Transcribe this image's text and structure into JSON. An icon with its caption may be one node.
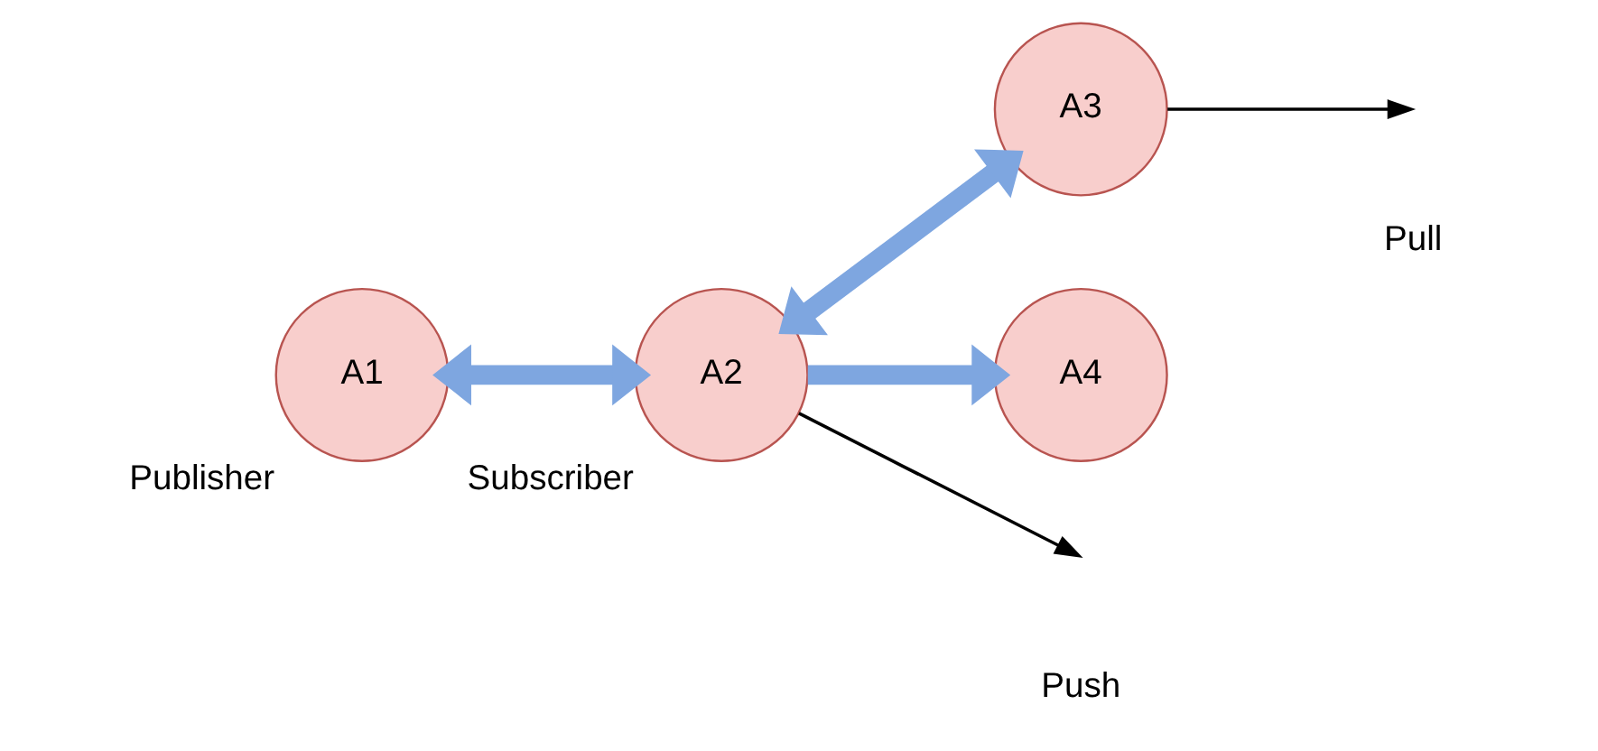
{
  "diagram": {
    "nodes": [
      {
        "text": [
          "A1"
        ],
        "beside": [
          "Publisher"
        ]
      },
      {
        "text": [
          "A2"
        ],
        "beside": [
          "Subscriber"
        ]
      },
      {
        "text": [
          "A3"
        ]
      },
      {
        "text": [
          "A4"
        ]
      }
    ],
    "edges": [
      {
        "from": 0,
        "to": 1,
        "arrow": "both"
      },
      {
        "from": 1,
        "to": 2,
        "arrow": "both"
      },
      {
        "from": 1,
        "to": 3,
        "arrow": "to"
      },
      {
        "from": 2,
        "to": null,
        "arrow": "to",
        "color": "#000000"
      },
      {
        "from": 1,
        "to": null,
        "arrow": "to",
        "color": "#000000"
      }
    ],
    "labels": [
      "Pull",
      "Push"
    ]
  }
}
